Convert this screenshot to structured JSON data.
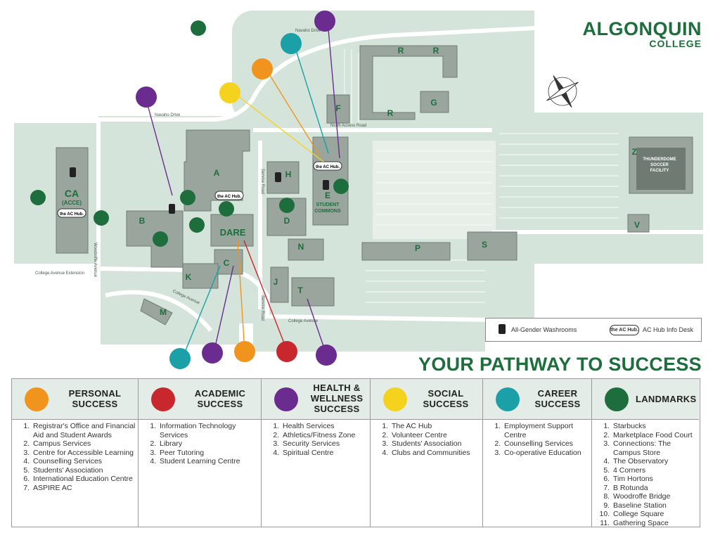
{
  "brand": {
    "line1": "ALGONQUIN",
    "line2": "COLLEGE"
  },
  "tagline": "YOUR PATHWAY TO SUCCESS",
  "map_key": {
    "washrooms": "All-Gender Washrooms",
    "hub": "AC Hub Info Desk",
    "hub_badge": "the AC Hub."
  },
  "colors": {
    "personal": "#f0941e",
    "academic": "#c8272d",
    "health": "#6b2c8f",
    "social": "#f5d21e",
    "career": "#1aa0a6",
    "landmarks": "#1d6e3c",
    "building": "#9aa59d",
    "ground": "#d5e4da"
  },
  "buildings": [
    "CA",
    "(ACCE)",
    "A",
    "B",
    "C",
    "D",
    "DARE",
    "E",
    "STUDENT",
    "COMMONS",
    "F",
    "G",
    "H",
    "J",
    "K",
    "M",
    "N",
    "P",
    "R",
    "R",
    "R",
    "S",
    "T",
    "V",
    "Z",
    "THUNDERDOME",
    "SOCCER",
    "FACILITY"
  ],
  "streets": [
    "Navaho Drive",
    "Navaho Drive",
    "North Access Road",
    "Service Road",
    "Service Road",
    "Woodroffe Avenue",
    "College Avenue Extension",
    "College Avenue",
    "College Avenue"
  ],
  "legend": [
    {
      "key": "personal",
      "title": [
        "PERSONAL",
        "SUCCESS"
      ],
      "icon": "construction-worker-icon",
      "items": [
        "Registrar's Office and Financial Aid and Student Awards",
        "Campus Services",
        "Centre for Accessible Learning",
        "Counselling Services",
        "Students' Association",
        "International Education Centre",
        "ASPIRE AC"
      ]
    },
    {
      "key": "academic",
      "title": [
        "ACADEMIC",
        "SUCCESS"
      ],
      "icon": "brain-icon",
      "items": [
        "Information Technology Services",
        "Library",
        "Peer Tutoring",
        "Student Learning Centre"
      ]
    },
    {
      "key": "health",
      "title": [
        "HEALTH &",
        "WELLNESS",
        "SUCCESS"
      ],
      "icon": "heartbeat-icon",
      "items": [
        "Health Services",
        "Athletics/Fitness Zone",
        "Security Services",
        "Spiritual Centre"
      ]
    },
    {
      "key": "social",
      "title": [
        "SOCIAL",
        "SUCCESS"
      ],
      "icon": "speech-bubble-icon",
      "items": [
        "The AC Hub",
        "Volunteer Centre",
        "Students' Association",
        "Clubs and Communities"
      ]
    },
    {
      "key": "career",
      "title": [
        "CAREER",
        "SUCCESS"
      ],
      "icon": "graduation-cap-icon",
      "items": [
        "Employment Support Centre",
        "Counselling Services",
        "Co-operative Education"
      ]
    },
    {
      "key": "landmarks",
      "title": [
        "LANDMARKS"
      ],
      "icon": "location-pin-icon",
      "items": [
        "Starbucks",
        "Marketplace Food Court",
        "Connections: The Campus Store",
        "The Observatory",
        "4 Corners",
        "Tim Hortons",
        "B Rotunda",
        "Woodroffe Bridge",
        "Baseline Station",
        "College Square",
        "Gathering Space"
      ]
    }
  ]
}
